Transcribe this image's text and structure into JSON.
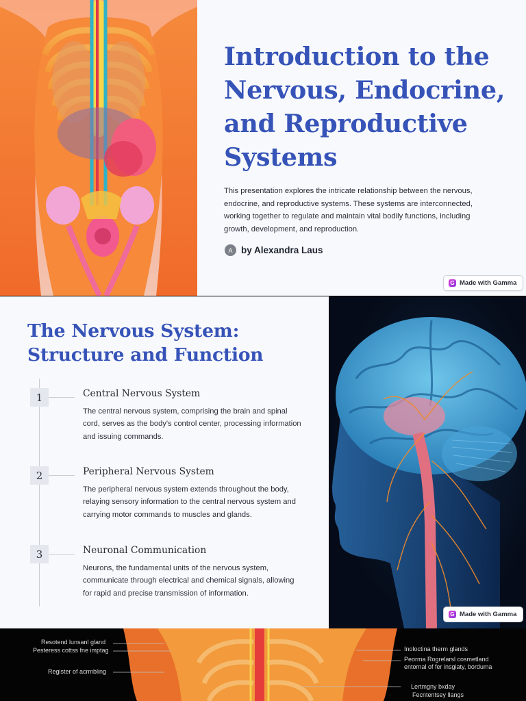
{
  "slide1": {
    "title_lines": [
      "Introduction to the",
      "Nervous, Endocrine,",
      "and Reproductive",
      "Systems"
    ],
    "description": "This presentation explores the intricate relationship between the nervous, endocrine, and reproductive systems. These systems are interconnected, working together to regulate and maintain vital bodily functions, including growth, development, and reproduction.",
    "author_initial": "A",
    "author": "by Alexandra Laus",
    "badge": "Made with Gamma",
    "image": "anatomy-illustration"
  },
  "slide2": {
    "title_lines": [
      "The Nervous System:",
      "Structure and Function"
    ],
    "steps": [
      {
        "num": "1",
        "title": "Central Nervous System",
        "body": "The central nervous system, comprising the brain and spinal cord, serves as the body's control center, processing information and issuing commands."
      },
      {
        "num": "2",
        "title": "Peripheral Nervous System",
        "body": "The peripheral nervous system extends throughout the body, relaying sensory information to the central nervous system and carrying motor commands to muscles and glands."
      },
      {
        "num": "3",
        "title": "Neuronal Communication",
        "body": "Neurons, the fundamental units of the nervous system, communicate through electrical and chemical signals, allowing for rapid and precise transmission of information."
      }
    ],
    "badge": "Made with Gamma",
    "image": "brain-illustration"
  },
  "slide3": {
    "image": "labeled-anatomy-illustration",
    "annotations_left": [
      "Resotend lunsanl gland",
      "Pesteress cottss fne imptag",
      "Register of acrmbling"
    ],
    "annotations_right": [
      "Inoloctina therm glands",
      "Peorma Rogrelarsl cosmetland",
      "entornal of fer insgiaty, borduma",
      "Lertmgny bxday",
      "Fecntentsey llangs"
    ]
  },
  "colors": {
    "title": "#3653b8",
    "text": "#2b2f3a",
    "background": "#f7f9fc"
  }
}
